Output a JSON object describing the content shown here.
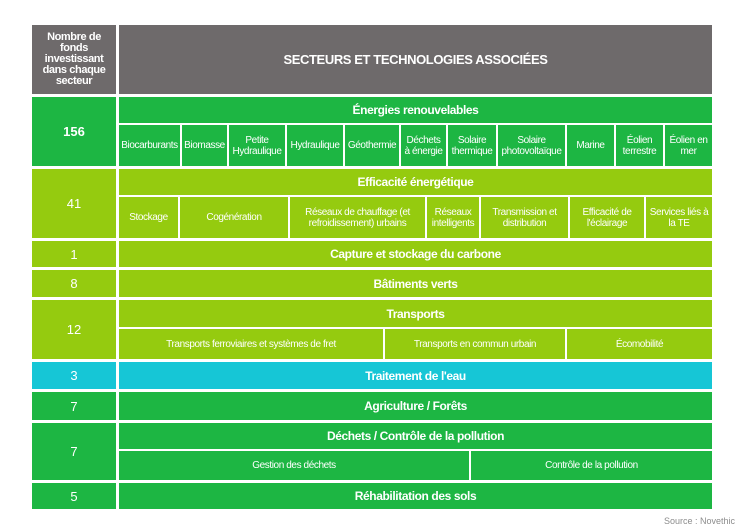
{
  "header": {
    "left": "Nombre de fonds investissant dans chaque secteur",
    "right": "SECTEURS ET TECHNOLOGIES ASSOCIÉES"
  },
  "rows": [
    {
      "count": "156",
      "title": "Énergies renouvelables",
      "items": [
        "Biocarburants",
        "Biomasse",
        "Petite Hydraulique",
        "Hydraulique",
        "Géothermie",
        "Déchets à énergie",
        "Solaire thermique",
        "Solaire photovoltaïque",
        "Marine",
        "Éolien terrestre",
        "Éolien en mer"
      ]
    },
    {
      "count": "41",
      "title": "Efficacité énergétique",
      "items": [
        "Stockage",
        "Cogénération",
        "Réseaux de chauffage (et refroidissement) urbains",
        "Réseaux intelligents",
        "Transmission et distribution",
        "Efficacité de l'éclairage",
        "Services liés à la TE"
      ]
    },
    {
      "count": "1",
      "title": "Capture et stockage du carbone"
    },
    {
      "count": "8",
      "title": "Bâtiments verts"
    },
    {
      "count": "12",
      "title": "Transports",
      "items": [
        "Transports ferroviaires et systèmes de fret",
        "Transports en commun urbain",
        "Écomobilité"
      ]
    },
    {
      "count": "3",
      "title": "Traitement de l'eau"
    },
    {
      "count": "7",
      "title": "Agriculture / Forêts"
    },
    {
      "count": "7",
      "title": "Déchets / Contrôle de la pollution",
      "items": [
        "Gestion des déchets",
        "Contrôle de la pollution"
      ]
    },
    {
      "count": "5",
      "title": "Réhabilitation des sols"
    }
  ],
  "source": "Source : Novethic",
  "colors": {
    "header": "#6e6a6b",
    "dark_green": "#1db643",
    "light_green": "#95cb0f",
    "cyan": "#16c6d6"
  }
}
